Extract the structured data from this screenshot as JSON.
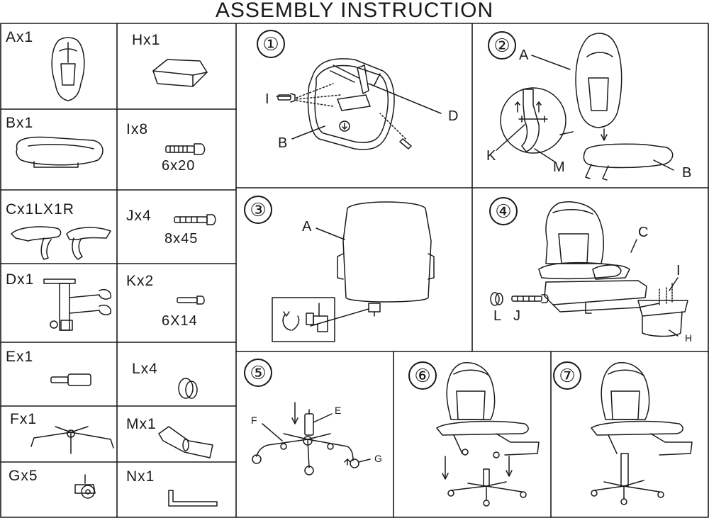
{
  "header": {
    "title": "ASSEMBLY INSTRUCTION"
  },
  "parts": [
    {
      "label": "Ax1"
    },
    {
      "label": "Hx1"
    },
    {
      "label": "Bx1"
    },
    {
      "label": "Ix8",
      "size": "6x20"
    },
    {
      "label": "Cx1LX1R"
    },
    {
      "label": "Jx4",
      "size": "8x45"
    },
    {
      "label": "Dx1"
    },
    {
      "label": "Kx2",
      "size": "6X14"
    },
    {
      "label": "Ex1"
    },
    {
      "label": "Lx4"
    },
    {
      "label": "Fx1"
    },
    {
      "label": "Mx1"
    },
    {
      "label": "Gx5"
    },
    {
      "label": "Nx1"
    }
  ],
  "steps": [
    {
      "number": "①",
      "callouts": [
        "I",
        "D",
        "B"
      ]
    },
    {
      "number": "②",
      "callouts": [
        "A",
        "K",
        "M",
        "B"
      ]
    },
    {
      "number": "③",
      "callouts": [
        "A"
      ]
    },
    {
      "number": "④",
      "callouts": [
        "C",
        "I",
        "L",
        "J",
        "H"
      ]
    },
    {
      "number": "⑤",
      "callouts": [
        "F",
        "E",
        "G"
      ]
    },
    {
      "number": "⑥",
      "callouts": []
    },
    {
      "number": "⑦",
      "callouts": []
    }
  ]
}
